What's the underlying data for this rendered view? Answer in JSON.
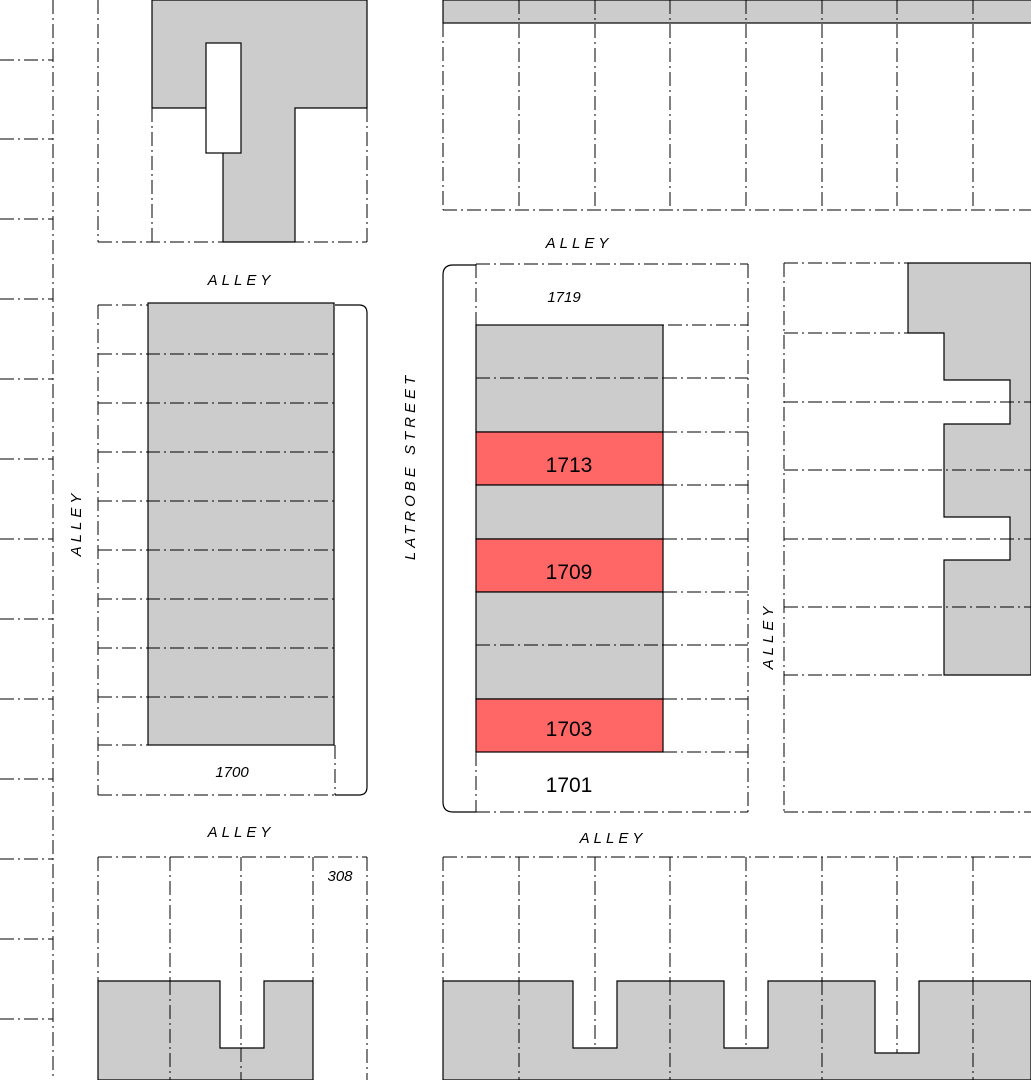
{
  "map": {
    "street_labels": {
      "alley_top_center": "ALLEY",
      "alley_top_left": "ALLEY",
      "alley_left_vertical": "ALLEY",
      "alley_bottom_left": "ALLEY",
      "alley_bottom_center": "ALLEY",
      "alley_right_vertical": "ALLEY",
      "latrobe_street": "LATROBE STREET"
    },
    "parcel_labels": {
      "p1719": "1719",
      "p1713": "1713",
      "p1709": "1709",
      "p1703": "1703",
      "p1701": "1701",
      "p1700": "1700",
      "p308": "308"
    },
    "colors": {
      "building": "#cccccc",
      "highlight": "#ff6666",
      "background": "#ffffff"
    }
  }
}
